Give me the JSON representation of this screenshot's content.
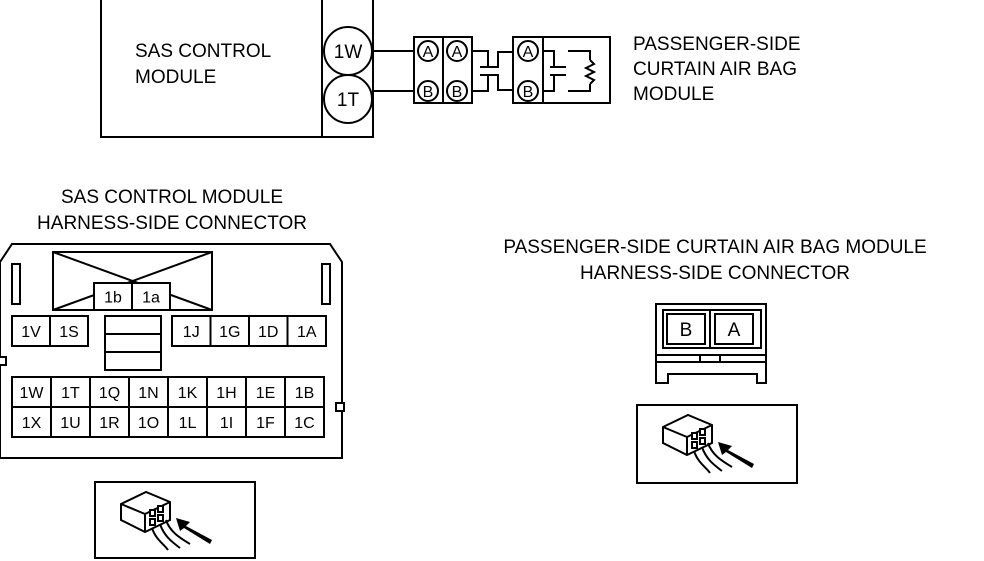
{
  "schematic": {
    "module_line1": "SAS CONTROL",
    "module_line2": "MODULE",
    "pin_top": "1W",
    "pin_bottom": "1T",
    "term_a": "A",
    "term_b": "B",
    "airbag_line1": "PASSENGER-SIDE",
    "airbag_line2": "CURTAIN AIR BAG",
    "airbag_line3": "MODULE"
  },
  "sas_connector": {
    "title_line1": "SAS CONTROL MODULE",
    "title_line2": "HARNESS-SIDE CONNECTOR",
    "upper_pins": [
      "1b",
      "1a"
    ],
    "row1_left": [
      "1V",
      "1S"
    ],
    "row1_right": [
      "1J",
      "1G",
      "1D",
      "1A"
    ],
    "row2": [
      "1W",
      "1T",
      "1Q",
      "1N",
      "1K",
      "1H",
      "1E",
      "1B"
    ],
    "row3": [
      "1X",
      "1U",
      "1R",
      "1O",
      "1L",
      "1I",
      "1F",
      "1C"
    ]
  },
  "airbag_connector": {
    "title_line1": "PASSENGER-SIDE CURTAIN AIR BAG MODULE",
    "title_line2": "HARNESS-SIDE CONNECTOR",
    "pins": [
      "B",
      "A"
    ]
  },
  "icons": [
    "connector-view-direction-icon",
    "connector-view-direction-icon"
  ]
}
